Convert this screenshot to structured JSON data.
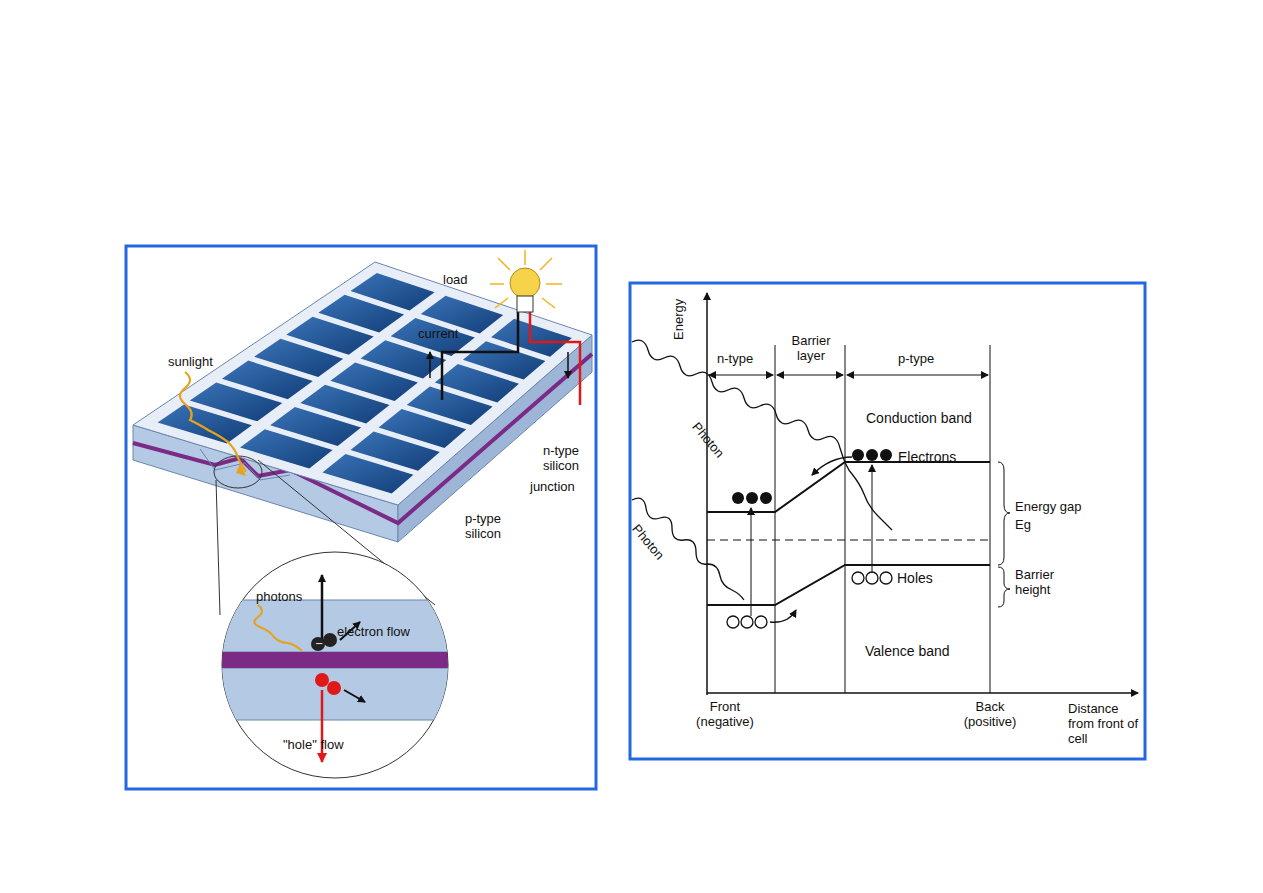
{
  "diagram": {
    "labels": [
      "load",
      "current",
      "sunlight",
      "n-type silicon",
      "junction",
      "p-type silicon",
      "photons",
      "electron flow",
      "\"hole\" flow",
      "Energy",
      "n-type",
      "Barrier layer",
      "p-type",
      "Photon",
      "Photon",
      "Conduction band",
      "Electrons",
      "Energy gap",
      "Eg",
      "Holes",
      "Barrier height",
      "Valence band",
      "Front (negative)",
      "Back (positive)",
      "Distance from front of cell"
    ]
  }
}
